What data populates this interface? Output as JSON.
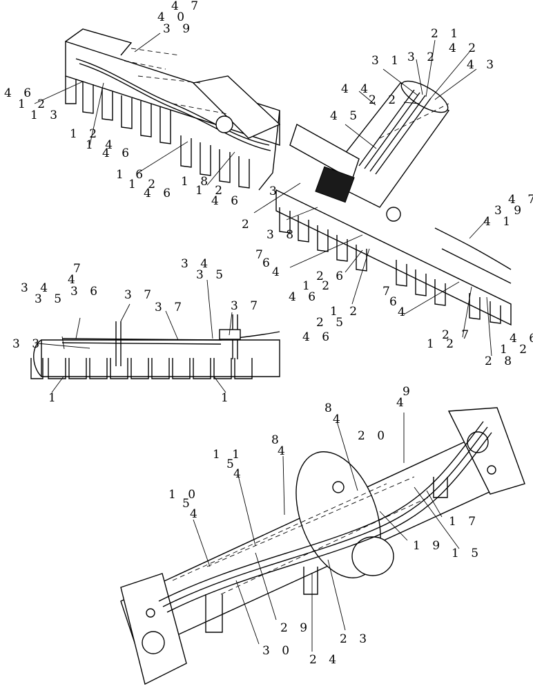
{
  "labels": {
    "v1_top_47": "4 7",
    "v1_top_40": "4 0",
    "v1_top_39": "3 9",
    "v1_46": "4 6",
    "v1_12a": "1 2",
    "v1_13": "1 3",
    "v1_12b": "1 2",
    "v1_14": "1 4",
    "v1_46b": "4 6",
    "v1_16": "1 6",
    "v1_12c": "1 2",
    "v1_46c": "4 6",
    "v1_18": "1 8",
    "v1_12d": "1 2",
    "v1_46d": "4 6",
    "v1_3": "3",
    "v2_21": "2 1",
    "v2_31": "3 1",
    "v2_32": "3 2",
    "v2_42": "4 2",
    "v2_43": "4 3",
    "v2_44": "4 4",
    "v2_22": "2 2",
    "v2_45": "4 5",
    "v2_2": "2",
    "v2_38": "3 8",
    "v2_7a": "7",
    "v2_6a": "6",
    "v2_4a": "4",
    "v2_47": "4 7",
    "v2_39": "3 9",
    "v2_41": "4 1",
    "v2_26": "2 6",
    "v2_12a": "1 2",
    "v2_46a": "4 6",
    "v2_7b": "7",
    "v2_6b": "6",
    "v2_4b": "4",
    "v2_12b": "1 2",
    "v2_25": "2 5",
    "v2_46b": "4 6",
    "v2_27": "2 7",
    "v2_12c": "1 2",
    "v2_46c": "4 6",
    "v2_12d": "1 2",
    "v2_28": "2 8",
    "v3_34a": "3 4",
    "v3_35a": "3 5",
    "v3_7": "7",
    "v3_4": "4",
    "v3_34b": "3 4",
    "v3_35b": "3 5",
    "v3_36": "3 6",
    "v3_37a": "3 7",
    "v3_37b": "3 7",
    "v3_37c": "3 7",
    "v3_33": "3 3",
    "v3_1a": "1",
    "v3_1b": "1",
    "v4_8a": "8",
    "v4_4a": "4",
    "v4_9": "9",
    "v4_4b": "4",
    "v4_20": "2 0",
    "v4_8b": "8",
    "v4_4c": "4",
    "v4_11": "1 1",
    "v4_5a": "5",
    "v4_4d": "4",
    "v4_10": "1 0",
    "v4_5b": "5",
    "v4_4e": "4",
    "v4_17": "1 7",
    "v4_19": "1 9",
    "v4_15": "1 5",
    "v4_29": "2 9",
    "v4_23": "2 3",
    "v4_30": "3 0",
    "v4_24": "2 4"
  }
}
